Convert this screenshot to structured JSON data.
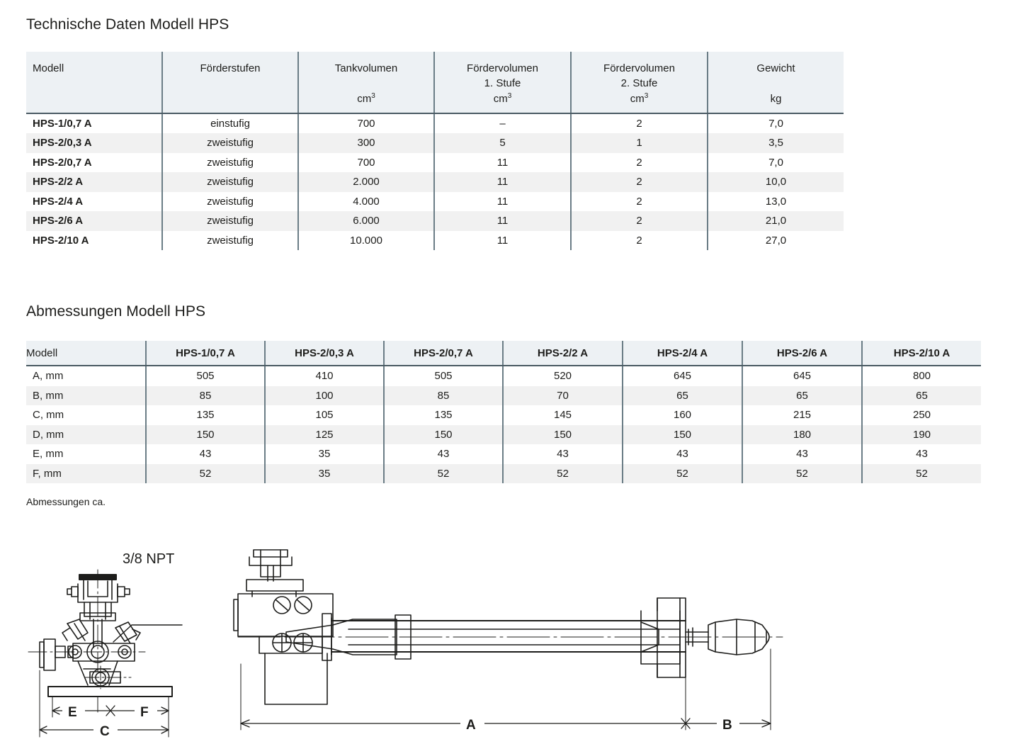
{
  "sections": {
    "tech_title": "Technische Daten Modell HPS",
    "dims_title": "Abmessungen Modell HPS",
    "footnote": "Abmessungen ca."
  },
  "tech_table": {
    "headers": [
      {
        "line1": "Modell",
        "line2": "",
        "unit": ""
      },
      {
        "line1": "Förderstufen",
        "line2": "",
        "unit": ""
      },
      {
        "line1": "Tankvolumen",
        "line2": "",
        "unit": "cm3"
      },
      {
        "line1": "Fördervolumen",
        "line2": "1. Stufe",
        "unit": "cm3"
      },
      {
        "line1": "Fördervolumen",
        "line2": "2. Stufe",
        "unit": "cm3"
      },
      {
        "line1": "Gewicht",
        "line2": "",
        "unit": "kg"
      }
    ],
    "rows": [
      {
        "modell": "HPS-1/0,7 A",
        "stufen": "einstufig",
        "tank": "700",
        "vol1": "–",
        "vol2": "2",
        "gewicht": "7,0"
      },
      {
        "modell": "HPS-2/0,3 A",
        "stufen": "zweistufig",
        "tank": "300",
        "vol1": "5",
        "vol2": "1",
        "gewicht": "3,5"
      },
      {
        "modell": "HPS-2/0,7 A",
        "stufen": "zweistufig",
        "tank": "700",
        "vol1": "11",
        "vol2": "2",
        "gewicht": "7,0"
      },
      {
        "modell": "HPS-2/2 A",
        "stufen": "zweistufig",
        "tank": "2.000",
        "vol1": "11",
        "vol2": "2",
        "gewicht": "10,0"
      },
      {
        "modell": "HPS-2/4 A",
        "stufen": "zweistufig",
        "tank": "4.000",
        "vol1": "11",
        "vol2": "2",
        "gewicht": "13,0"
      },
      {
        "modell": "HPS-2/6 A",
        "stufen": "zweistufig",
        "tank": "6.000",
        "vol1": "11",
        "vol2": "2",
        "gewicht": "21,0"
      },
      {
        "modell": "HPS-2/10 A",
        "stufen": "zweistufig",
        "tank": "10.000",
        "vol1": "11",
        "vol2": "2",
        "gewicht": "27,0"
      }
    ]
  },
  "dims_table": {
    "headers": [
      "Modell",
      "HPS-1/0,7 A",
      "HPS-2/0,3 A",
      "HPS-2/0,7 A",
      "HPS-2/2 A",
      "HPS-2/4 A",
      "HPS-2/6 A",
      "HPS-2/10 A"
    ],
    "rows": [
      {
        "label": "A, mm",
        "values": [
          "505",
          "410",
          "505",
          "520",
          "645",
          "645",
          "800"
        ]
      },
      {
        "label": "B, mm",
        "values": [
          "85",
          "100",
          "85",
          "70",
          "65",
          "65",
          "65"
        ]
      },
      {
        "label": "C, mm",
        "values": [
          "135",
          "105",
          "135",
          "145",
          "160",
          "215",
          "250"
        ]
      },
      {
        "label": "D, mm",
        "values": [
          "150",
          "125",
          "150",
          "150",
          "150",
          "180",
          "190"
        ]
      },
      {
        "label": "E, mm",
        "values": [
          "43",
          "35",
          "43",
          "43",
          "43",
          "43",
          "43"
        ]
      },
      {
        "label": "F, mm",
        "values": [
          "52",
          "35",
          "52",
          "52",
          "52",
          "52",
          "52"
        ]
      }
    ]
  },
  "drawing": {
    "npt_label": "3/8  NPT",
    "dim_e": "E",
    "dim_f": "F",
    "dim_c": "C",
    "dim_a": "A",
    "dim_b": "B"
  },
  "colors": {
    "header_bg": "#edf1f4",
    "alt_row_bg": "#f1f1f1",
    "rule": "#4a5a63",
    "separator": "#6b7d86",
    "text": "#1d1d1b"
  }
}
